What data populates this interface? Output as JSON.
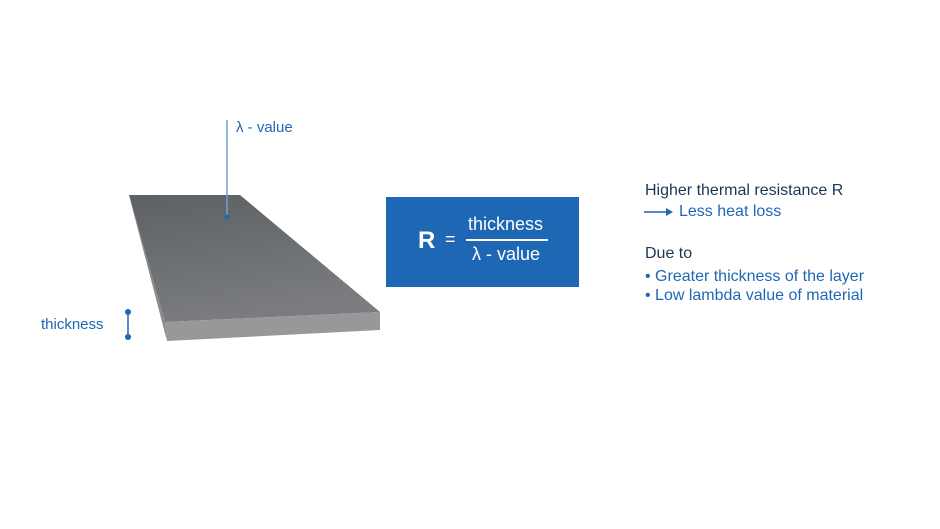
{
  "labels": {
    "lambda": "λ - value",
    "thickness": "thickness"
  },
  "formula": {
    "lhs": "R",
    "equals": "=",
    "numerator": "thickness",
    "denominator": "λ - value"
  },
  "explanation": {
    "heading": "Higher thermal resistance R",
    "result": "Less heat loss",
    "due_to": "Due to",
    "reasons": [
      "Greater thickness of the layer",
      "Low lambda value of material"
    ]
  },
  "colors": {
    "accent": "#1e67b5",
    "text": "#1d3557",
    "slab": "#6b6d70"
  }
}
